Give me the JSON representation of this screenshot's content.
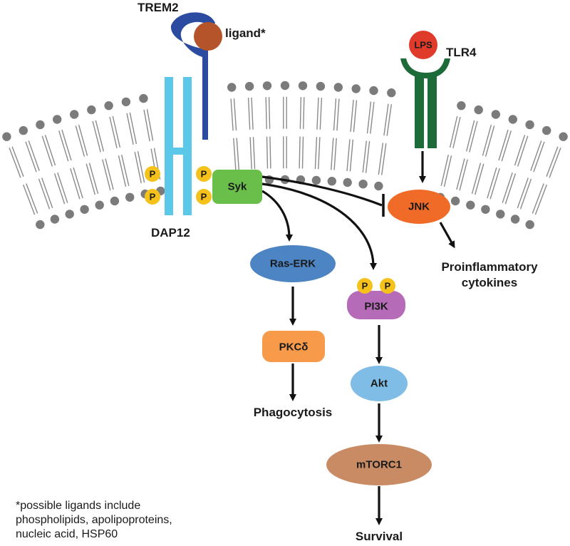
{
  "receptors": {
    "trem2": "TREM2",
    "ligand": "ligand*",
    "lps": "LPS",
    "tlr4": "TLR4",
    "dap12": "DAP12"
  },
  "phospho_label": "P",
  "nodes": {
    "syk": "Syk",
    "jnk": "JNK",
    "ras_erk": "Ras-ERK",
    "pi3k": "PI3K",
    "pkcd": "PKCδ",
    "akt": "Akt",
    "mtorc1": "mTORC1"
  },
  "outcomes": {
    "proinflammatory_line1": "Proinflammatory",
    "proinflammatory_line2": "cytokines",
    "phagocytosis": "Phagocytosis",
    "survival": "Survival"
  },
  "footnote": {
    "line1": "*possible ligands include",
    "line2": "phospholipids, apolipoproteins,",
    "line3": "nucleic acid, HSP60"
  },
  "colors": {
    "trem2": "#2b4ba0",
    "ligand": "#b5542a",
    "dap12": "#5bc8ea",
    "tlr4": "#1d6b38",
    "lps": "#e03a2a",
    "lipid_head": "#7b7b7b",
    "phospho": "#f5c21b",
    "syk": "#6abf4b",
    "jnk": "#f06a28",
    "ras_erk": "#4d84c4",
    "pi3k": "#b56bb8",
    "pkcd": "#f79a4a",
    "akt": "#7fbde6",
    "mtorc1": "#c98b63"
  }
}
